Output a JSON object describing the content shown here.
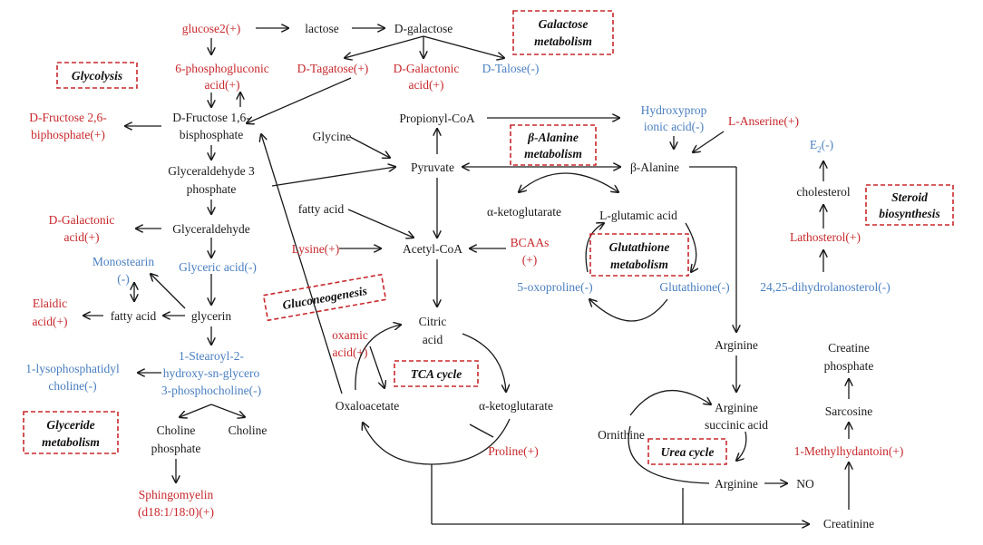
{
  "colors": {
    "increase": "#c8282c",
    "decrease": "#4a7fc0",
    "neutral": "#1a1a1a",
    "pathway_box": "#c8282c"
  },
  "metabolites": {
    "glucose2": "glucose2(+)",
    "lactose": "lactose",
    "d_galactose": "D-galactose",
    "phosphogluconic_1": "6-phosphogluconic",
    "phosphogluconic_2": "acid(+)",
    "d_tagatose": "D-Tagatose(+)",
    "d_galactonic_top_1": "D-Galactonic",
    "d_galactonic_top_2": "acid(+)",
    "d_talose": "D-Talose(-)",
    "fructose26_1": "D-Fructose 2,6-",
    "fructose26_2": "biphosphate(+)",
    "fructose16_1": "D-Fructose 1,6-",
    "fructose16_2": "bisphosphate",
    "propionyl_coa": "Propionyl-CoA",
    "hydroxyprop_1": "Hydroxyprop",
    "hydroxyprop_2": "ionic acid(-)",
    "l_anserine": "L-Anserine(+)",
    "glycine": "Glycine",
    "pyruvate": "Pyruvate",
    "beta_alanine": "β-Alanine",
    "e2_base": "E",
    "e2_sub": "2",
    "e2_suffix": "(-)",
    "g3p_1": "Glyceraldehyde 3",
    "g3p_2": "phosphate",
    "cholesterol": "cholesterol",
    "alpha_kg_1": "α-ketoglutarate",
    "l_glutamic": "L-glutamic acid",
    "fatty_acid_1": "fatty acid",
    "d_galactonic_left_1": "D-Galactonic",
    "d_galactonic_left_2": "acid(+)",
    "glyceraldehyde": "Glyceraldehyde",
    "lysine": "Lysine(+)",
    "acetyl_coa": "Acetyl-CoA",
    "bcaas_1": "BCAAs",
    "bcaas_2": "(+)",
    "lathosterol": "Lathosterol(+)",
    "monostearin_1": "Monostearin",
    "monostearin_2": "(-)",
    "glyceric": "Glyceric acid(-)",
    "oxoproline": "5-oxoproline(-)",
    "glutathione": "Glutathione(-)",
    "dihydrolanosterol": "24,25-dihydrolanosterol(-)",
    "elaidic_1": "Elaidic",
    "elaidic_2": "acid(+)",
    "fatty_acid_2": "fatty acid",
    "glycerin": "glycerin",
    "citric_1": "Citric",
    "citric_2": "acid",
    "oxamic_1": "oxamic",
    "oxamic_2": "acid(+)",
    "arginine_1": "Arginine",
    "creatine_p_1": "Creatine",
    "creatine_p_2": "phosphate",
    "stearoyl_1": "1-Stearoyl-2-",
    "stearoyl_2": "hydroxy-sn-glycero",
    "stearoyl_3": "3-phosphocholine(-)",
    "lyso_1": "1-lysophosphatidyl",
    "lyso_2": "choline(-)",
    "oxaloacetate": "Oxaloacetate",
    "alpha_kg_2": "α-ketoglutarate",
    "arg_succ_1": "Arginine",
    "arg_succ_2": "succinic acid",
    "sarcosine": "Sarcosine",
    "choline_p_1": "Choline",
    "choline_p_2": "phosphate",
    "choline": "Choline",
    "ornithine": "Ornithine",
    "proline": "Proline(+)",
    "methylhydantoin": "1-Methylhydantoin(+)",
    "arginine_2": "Arginine",
    "no": "NO",
    "sphingomyelin_1": "Sphingomyelin",
    "sphingomyelin_2": "(d18:1/18:0)(+)",
    "creatinine": "Creatinine"
  },
  "pathways": {
    "galactose_1": "Galactose",
    "galactose_2": "metabolism",
    "glycolysis": "Glycolysis",
    "beta_alanine_1": "β-Alanine",
    "beta_alanine_2": "metabolism",
    "steroid_1": "Steroid",
    "steroid_2": "biosynthesis",
    "glutathione_1": "Glutathione",
    "glutathione_2": "metabolism",
    "gluconeogenesis": "Gluconeogenesis",
    "tca": "TCA cycle",
    "glyceride_1": "Glyceride",
    "glyceride_2": "metabolism",
    "urea": "Urea cycle"
  }
}
